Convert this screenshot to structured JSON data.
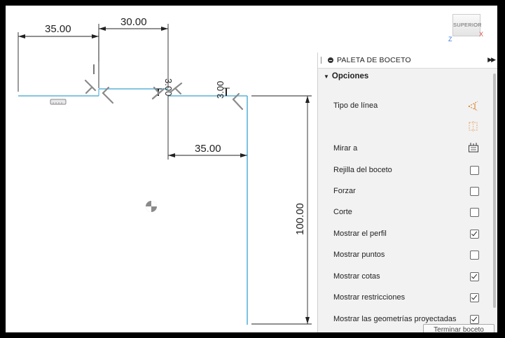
{
  "viewcube": {
    "face_label": "SUPERIOR",
    "axis_x": "X",
    "axis_z": "Z"
  },
  "sketch": {
    "dimensions": {
      "top_left": "35.00",
      "top_right": "30.00",
      "small_a": "3.00",
      "small_b": "3.00",
      "middle": "35.00",
      "vertical": "100.00"
    }
  },
  "palette": {
    "title": "PALETA DE BOCETO",
    "expand_icon": "double-chevron-right",
    "section": "Opciones",
    "rows": [
      {
        "label": "Tipo de línea",
        "control": "icon",
        "icon": "construction-line-icon"
      },
      {
        "label": "",
        "control": "icon",
        "icon": "centerline-icon"
      },
      {
        "label": "Mirar a",
        "control": "icon",
        "icon": "look-at-icon"
      },
      {
        "label": "Rejilla del boceto",
        "control": "checkbox",
        "checked": false
      },
      {
        "label": "Forzar",
        "control": "checkbox",
        "checked": false
      },
      {
        "label": "Corte",
        "control": "checkbox",
        "checked": false
      },
      {
        "label": "Mostrar el perfil",
        "control": "checkbox",
        "checked": true
      },
      {
        "label": "Mostrar puntos",
        "control": "checkbox",
        "checked": false
      },
      {
        "label": "Mostrar cotas",
        "control": "checkbox",
        "checked": true
      },
      {
        "label": "Mostrar restricciones",
        "control": "checkbox",
        "checked": true
      },
      {
        "label": "Mostrar las geometrías proyectadas",
        "control": "checkbox",
        "checked": true
      }
    ],
    "finish_button": "Terminar boceto"
  },
  "colors": {
    "profile": "#5ab4d8",
    "dimension": "#222222",
    "constraint": "#8a8a8a"
  }
}
